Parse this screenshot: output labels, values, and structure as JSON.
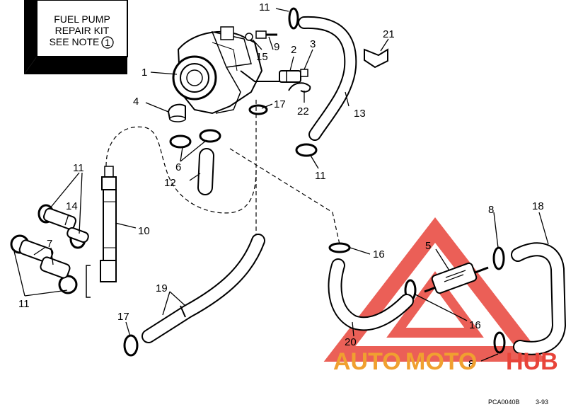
{
  "note_box": {
    "line1": "FUEL PUMP",
    "line2": "REPAIR KIT",
    "line3": "SEE NOTE",
    "note_number": "1"
  },
  "callouts": {
    "c1": "1",
    "c2": "2",
    "c3": "3",
    "c4": "4",
    "c5": "5",
    "c6": "6",
    "c7": "7",
    "c8a": "8",
    "c8b": "8",
    "c9": "9",
    "c10": "10",
    "c11a": "11",
    "c11b": "11",
    "c11c": "11",
    "c11d": "11",
    "c12": "12",
    "c13": "13",
    "c14": "14",
    "c15": "15",
    "c16a": "16",
    "c16b": "16",
    "c17a": "17",
    "c17b": "17",
    "c18": "18",
    "c19": "19",
    "c20": "20",
    "c21": "21",
    "c22": "22"
  },
  "footer": {
    "code": "PCA0040B",
    "date": "3-93"
  },
  "watermark": {
    "part1": "AUTO",
    "part2": "MOTO",
    "part3": "HUB",
    "color_red": "#e8443a",
    "color_orange": "#f0a030"
  }
}
